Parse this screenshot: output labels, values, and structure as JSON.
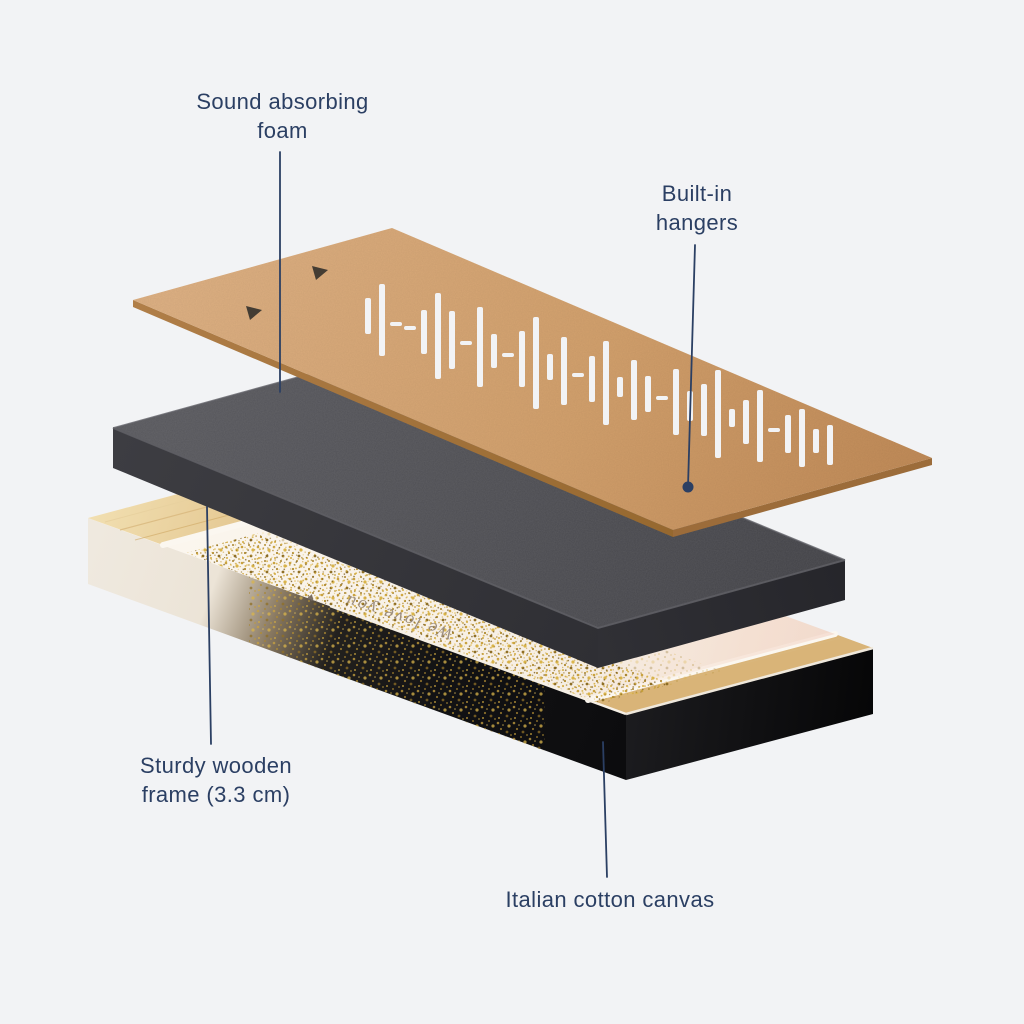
{
  "diagram": {
    "background": "#f2f3f5",
    "accent": "#2b3f63",
    "labels": {
      "foam": "Sound absorbing foam",
      "hangers": "Built-in hangers",
      "frame": "Sturdy wooden frame (3.3 cm)",
      "canvas": "Italian cotton canvas"
    },
    "artwork": {
      "text": "We love you",
      "heart": "♥"
    },
    "colors": {
      "panel_board": "#d4a271",
      "foam": "#4c4c50",
      "canvas": "#f7f0e7",
      "wood_frame": "#e9d2a2",
      "glitter_gold": "#c9a23f",
      "frame_side_black": "#141416",
      "leader_line": "#2b3f63"
    }
  }
}
